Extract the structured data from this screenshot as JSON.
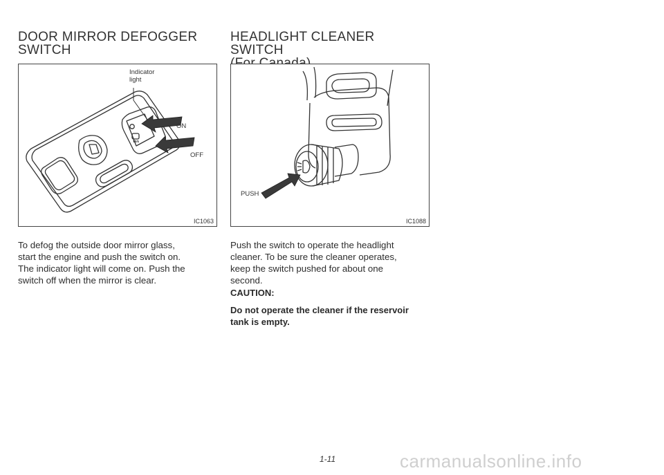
{
  "left": {
    "heading": [
      "DOOR MIRROR DEFOGGER",
      "SWITCH"
    ],
    "figure": {
      "indicator_label": [
        "Indicator",
        "light"
      ],
      "on_label": "ON",
      "off_label": "OFF",
      "code": "IC1063"
    },
    "paragraph": [
      "To defog the outside door mirror glass,",
      "start the engine and push the switch on.",
      "The indicator light will come on. Push the",
      "switch off when the mirror is clear."
    ]
  },
  "right": {
    "heading": [
      "HEADLIGHT CLEANER SWITCH",
      "(For Canada)"
    ],
    "figure": {
      "push_label": "PUSH",
      "code": "IC1088"
    },
    "paragraph": [
      "Push the switch to operate the headlight",
      "cleaner. To be sure the cleaner operates,",
      "keep the switch pushed for about one",
      "second."
    ],
    "caution_heading": "CAUTION:",
    "caution_body": [
      "Do not operate the cleaner if the reservoir",
      "tank is empty."
    ]
  },
  "page_number": "1-11",
  "watermark": "carmanualsonline.info"
}
